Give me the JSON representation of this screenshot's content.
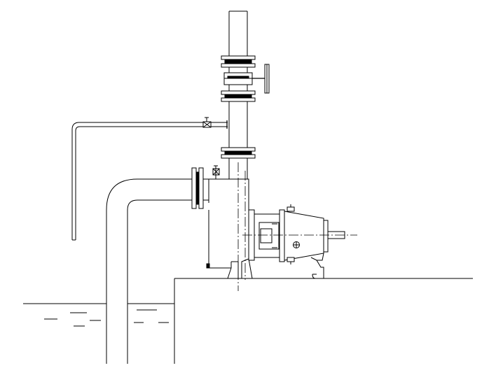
{
  "drawing": {
    "kind": "self-priming centrifugal pump installation elevation",
    "components": [
      "discharge-pipe",
      "discharge-flange-top",
      "gate-valve",
      "handwheel",
      "discharge-flange-lower",
      "priming-line",
      "priming-valve",
      "vent-valve",
      "pump-casing",
      "suction-pipe-bend",
      "suction-flange",
      "pump-bracket",
      "bearing-housing",
      "shaft",
      "foundation",
      "water-level"
    ],
    "line_color": "#000000",
    "background": "#ffffff"
  }
}
